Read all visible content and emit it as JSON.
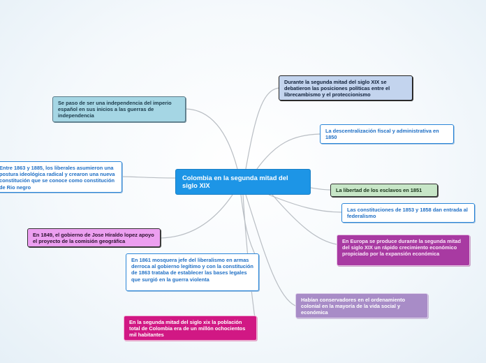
{
  "map": {
    "central": "Colombia en la segunda mitad del siglo XIX",
    "topics": [
      {
        "id": "debate",
        "text": "Durante la segunda mitad del siglo XIX se debatieron las posiciones políticas entre el librecambismo y el proteccionismo"
      },
      {
        "id": "independencia",
        "text": "Se paso de ser una independencia del imperio español en sus inicios a las guerras de independencia"
      },
      {
        "id": "descentralizacion",
        "text": "La descentralización fiscal y administrativa en 1850"
      },
      {
        "id": "liberales",
        "text": "Entre 1863 y 1885, los liberales asumieron una postura ideológica radical y crearon una nueva constitución que se conoce como constitución de Rio negro"
      },
      {
        "id": "esclavos",
        "text": "La libertad de los esclavos en 1851"
      },
      {
        "id": "constituciones",
        "text": "Las constituciones de 1853 y 1858 dan entrada al federalismo"
      },
      {
        "id": "comision",
        "text": "En 1849, el gobierno de Jose Hiraldo lopez apoyo el proyecto de la comisión geográfica"
      },
      {
        "id": "europa",
        "text": "En Europa se produce durante la segunda mitad del siglo XIX un rápido crecimiento económico propiciado por la expansión económica"
      },
      {
        "id": "mosquera",
        "text": "En 1861 mosquera jefe del liberalismo en armas derroca al gobierno legítimo y con la constitución de 1863 trataba de establecer las bases legales que surgió en la guerra violenta"
      },
      {
        "id": "conservadores",
        "text": "Habían conservadores en el ordenamiento colonial en la mayoría de la vida social y económica"
      },
      {
        "id": "poblacion",
        "text": "En la segunda mitad del siglo xix la población total de Colombia era de un millón ochocientos mil habitantes"
      }
    ]
  },
  "colors": {
    "central": "#1d95e6",
    "teal": "#a5d6e4",
    "white_node_text": "#1f6fc5",
    "light_blue": "#c3d4ee",
    "green": "#c7e6c7",
    "light_magenta": "#ec9ff0",
    "purple": "#a83aa2",
    "lavender": "#a88cc7",
    "pink": "#d11884",
    "connector": "#b9bec4"
  }
}
